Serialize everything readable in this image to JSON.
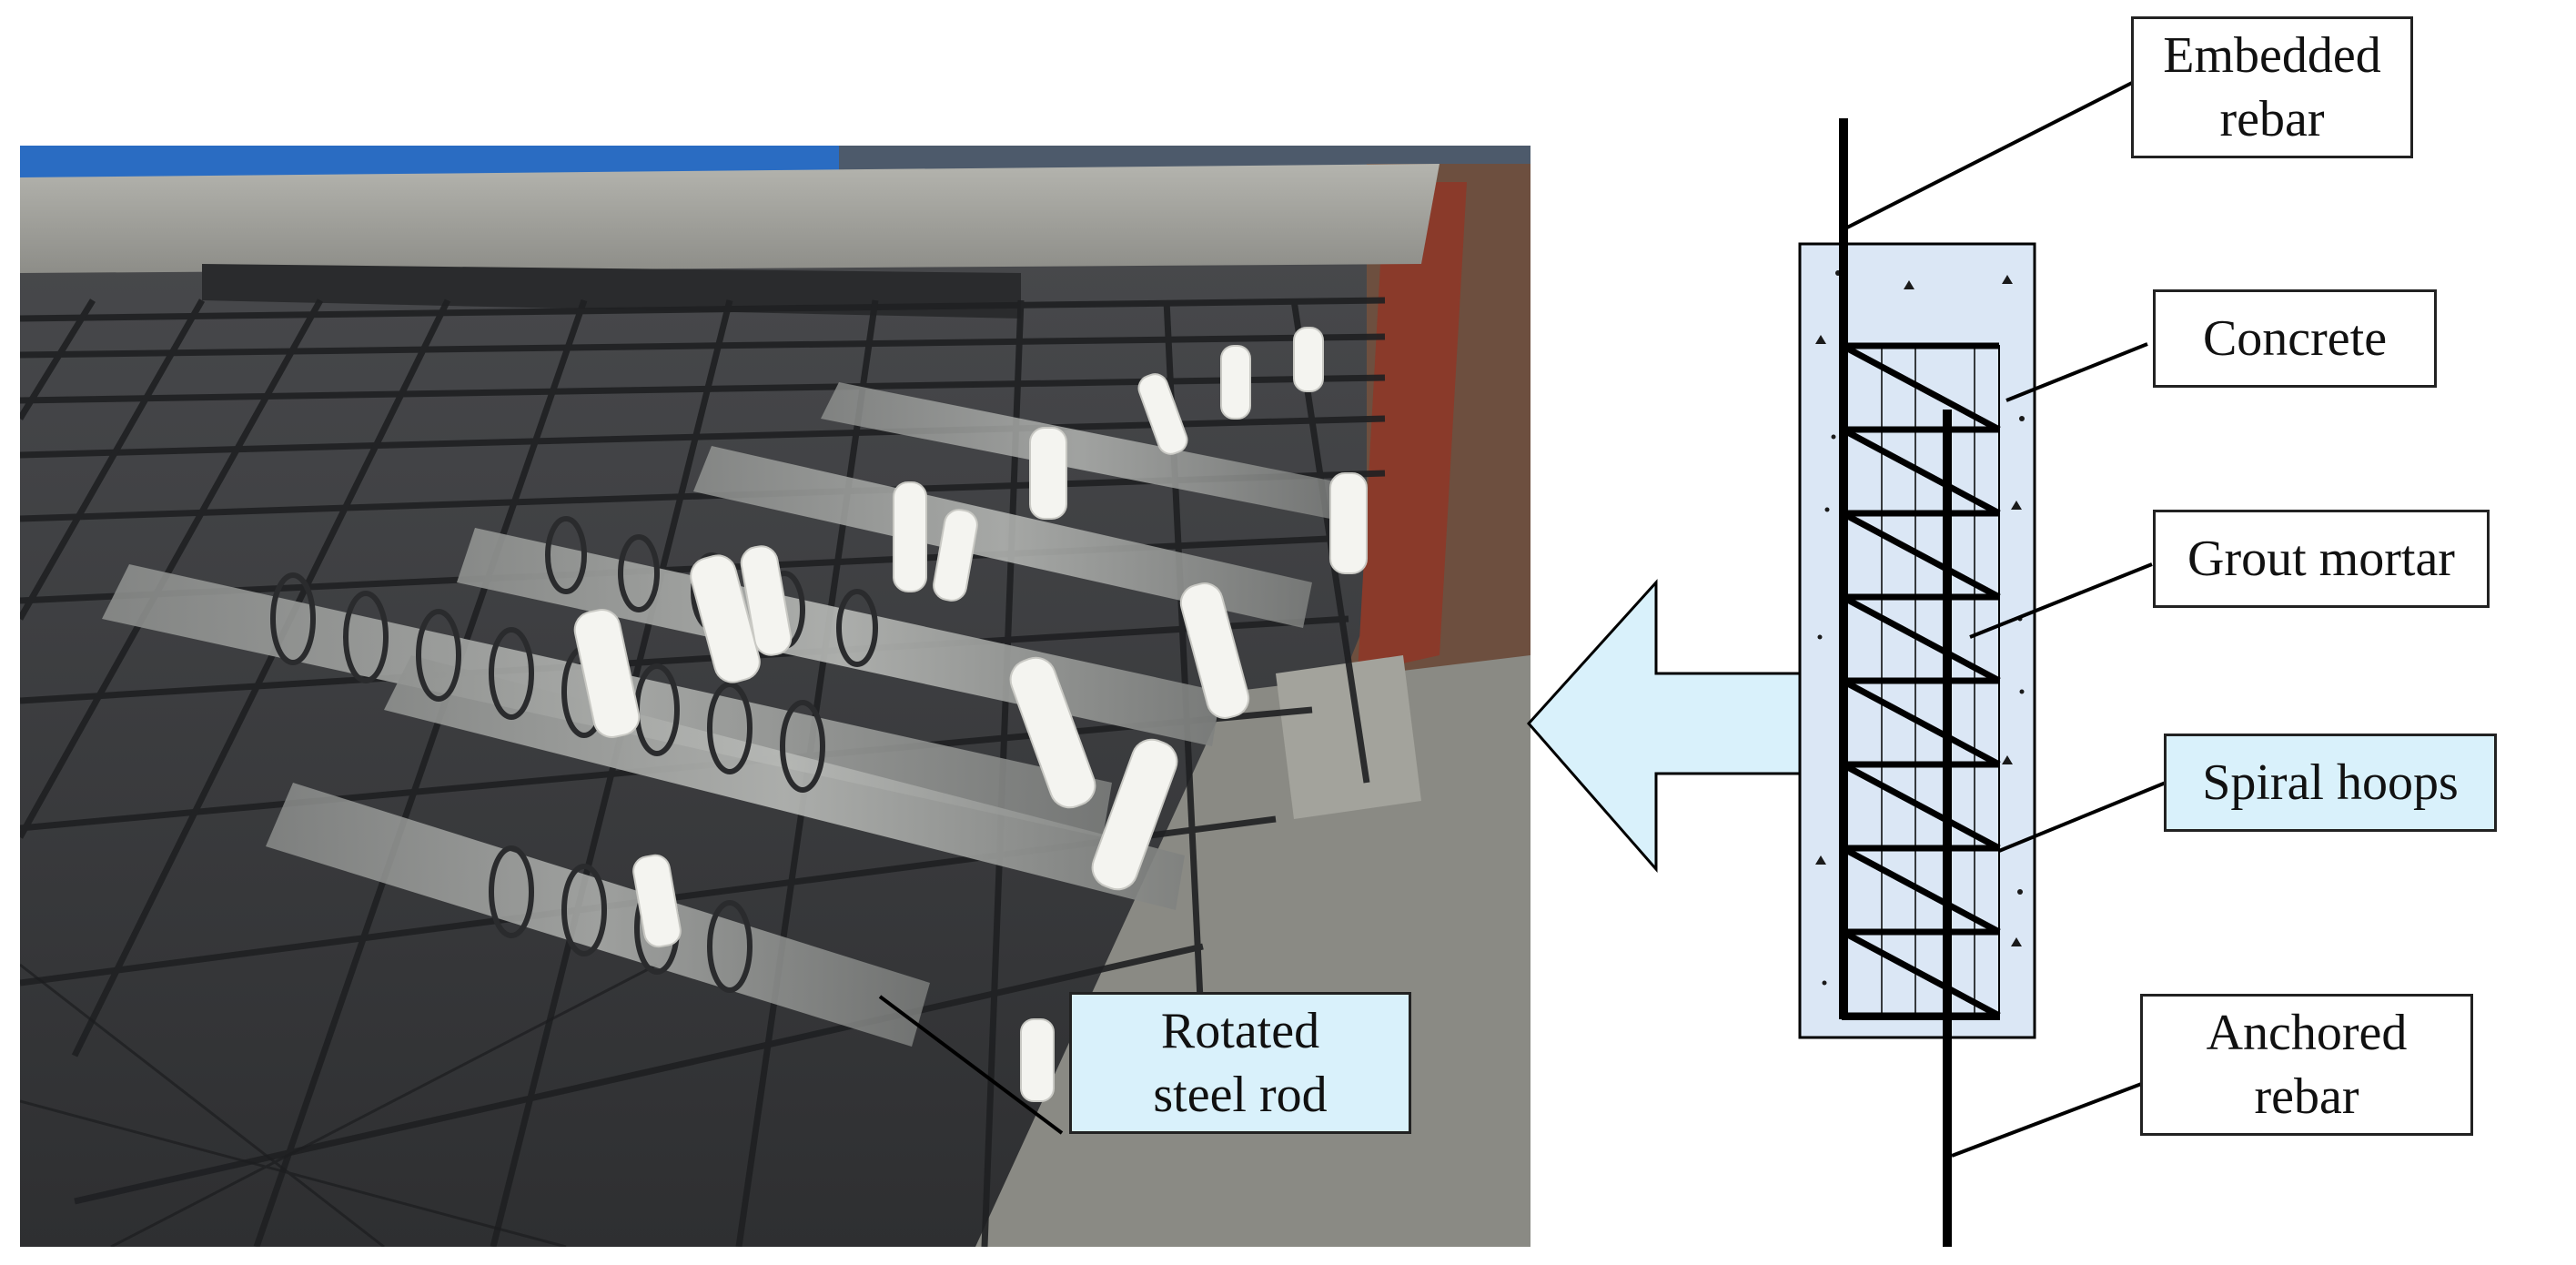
{
  "labels": {
    "embedded_rebar": "Embedded\nrebar",
    "concrete": "Concrete",
    "grout_mortar": "Grout mortar",
    "spiral_hoops": "Spiral hoops",
    "anchored_rebar": "Anchored\nrebar",
    "rotated_steel_rod": "Rotated\nsteel rod"
  },
  "colors": {
    "arrow_fill": "#d9f1fb",
    "specimen_fill": "#dbe7f5",
    "highlight_label": "#d9f1fb",
    "line": "#000000",
    "photo_sky": "#2a6cc2",
    "photo_concrete": "#9a9a94",
    "photo_dark": "#3a3b3d",
    "photo_sleeve": "#f4f4f0"
  },
  "icons": {
    "arrow": "left-arrow-icon"
  }
}
